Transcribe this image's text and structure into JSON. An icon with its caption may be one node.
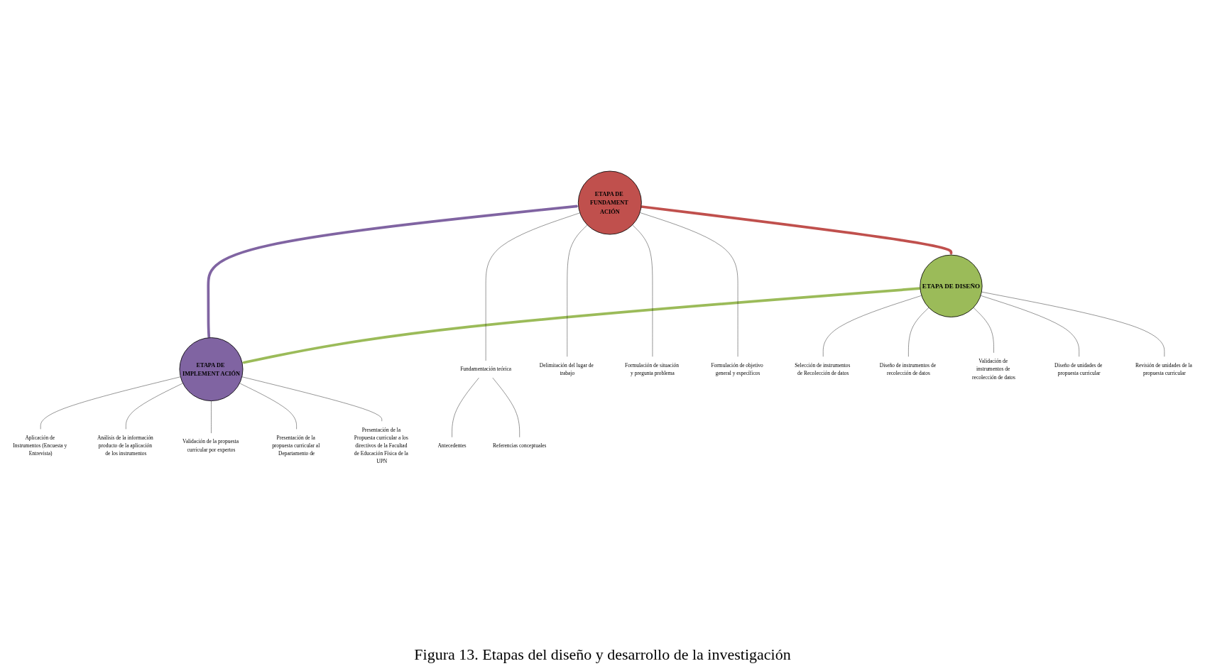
{
  "diagram": {
    "caption": "Figura 13. Etapas del diseño y desarrollo de la investigación",
    "nodes": [
      {
        "text": [
          "ETAPA DE FUNDAMENT ACIÓN"
        ]
      },
      {
        "text": [
          "ETAPA DE DISEÑO"
        ]
      },
      {
        "text": [
          "ETAPA DE IMPLEMENT ACIÓN"
        ]
      },
      {
        "text": [
          "Fundamentación teórica"
        ]
      },
      {
        "text": [
          "Antecedentes"
        ]
      },
      {
        "text": [
          "Referencias conceptuales"
        ]
      },
      {
        "text": [
          "Delimitación del lugar de trabajo"
        ]
      },
      {
        "text": [
          "Formulación de situación y pregunta problema"
        ]
      },
      {
        "text": [
          "Formulación de objetivo general y específicos"
        ]
      },
      {
        "text": [
          "Selección de instrumentos de Recolección de datos"
        ]
      },
      {
        "text": [
          "Diseño de instrumentos de recolección de datos"
        ]
      },
      {
        "text": [
          "Validación de instrumentos de recolección de datos"
        ]
      },
      {
        "text": [
          "Diseño de unidades de propuesta curricular"
        ]
      },
      {
        "text": [
          "Revisión de unidades de la propuesta curricular"
        ]
      },
      {
        "text": [
          "Aplicación de Instrumentos (Encuesta y Entrevista)"
        ]
      },
      {
        "text": [
          "Análisis de la información producto de la aplicación de los instrumentos"
        ]
      },
      {
        "text": [
          "Validación de la propuesta curricular por expertos"
        ]
      },
      {
        "text": [
          "Presentación de la propuesta curricular al Departamento de"
        ]
      },
      {
        "text": [
          "Presentación de la Propuesta curricular a los directivos de la Facultad de Educación Física de la UPN"
        ]
      }
    ],
    "edges": [
      {
        "from": 0,
        "to": 1,
        "arrow": "to",
        "style": "thick",
        "color": "#c0504d"
      },
      {
        "from": 1,
        "to": 2,
        "arrow": "to",
        "style": "thick",
        "color": "#9bbb59"
      },
      {
        "from": 2,
        "to": 0,
        "arrow": "to",
        "style": "thick",
        "color": "#8064a2"
      },
      {
        "from": 0,
        "to": 3,
        "arrow": "none"
      },
      {
        "from": 3,
        "to": 4,
        "arrow": "none"
      },
      {
        "from": 3,
        "to": 5,
        "arrow": "none"
      },
      {
        "from": 0,
        "to": 6,
        "arrow": "none"
      },
      {
        "from": 0,
        "to": 7,
        "arrow": "none"
      },
      {
        "from": 0,
        "to": 8,
        "arrow": "none"
      },
      {
        "from": 1,
        "to": 9,
        "arrow": "none"
      },
      {
        "from": 1,
        "to": 10,
        "arrow": "none"
      },
      {
        "from": 1,
        "to": 11,
        "arrow": "none"
      },
      {
        "from": 1,
        "to": 12,
        "arrow": "none"
      },
      {
        "from": 1,
        "to": 13,
        "arrow": "none"
      },
      {
        "from": 2,
        "to": 14,
        "arrow": "none"
      },
      {
        "from": 2,
        "to": 15,
        "arrow": "none"
      },
      {
        "from": 2,
        "to": 16,
        "arrow": "none"
      },
      {
        "from": 2,
        "to": 17,
        "arrow": "none"
      },
      {
        "from": 2,
        "to": 18,
        "arrow": "none"
      }
    ]
  }
}
